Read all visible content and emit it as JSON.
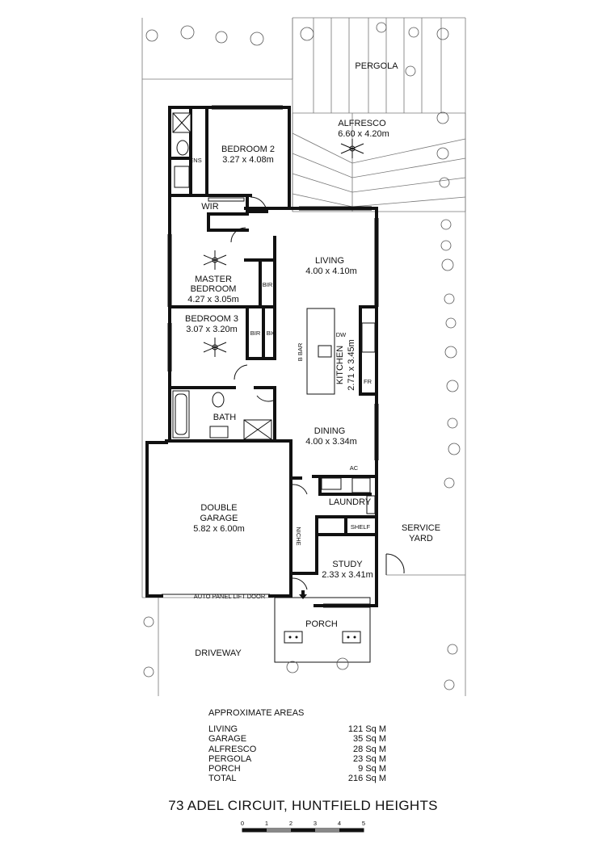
{
  "rooms": {
    "pergola": {
      "name": "PERGOLA"
    },
    "alfresco": {
      "name": "ALFRESCO",
      "size": "6.60 x 4.20m"
    },
    "bedroom2": {
      "name": "BEDROOM 2",
      "size": "3.27 x 4.08m"
    },
    "ens": {
      "name": "ENS"
    },
    "wir": {
      "name": "WIR"
    },
    "living": {
      "name": "LIVING",
      "size": "4.00 x 4.10m"
    },
    "master": {
      "name1": "MASTER",
      "name2": "BEDROOM",
      "size": "4.27 x 3.05m"
    },
    "bir1": {
      "name": "BIR"
    },
    "bedroom3": {
      "name": "BEDROOM 3",
      "size": "3.07 x 3.20m"
    },
    "bir2": {
      "name": "BIR"
    },
    "bic": {
      "name": "BIC"
    },
    "bbar": {
      "name": "B BAR"
    },
    "dw": {
      "name": "DW"
    },
    "kitchen": {
      "name": "KITCHEN",
      "size": "2.71 x 3.45m"
    },
    "fr": {
      "name": "FR"
    },
    "bath": {
      "name": "BATH"
    },
    "dining": {
      "name": "DINING",
      "size": "4.00 x 3.34m"
    },
    "ac": {
      "name": "AC"
    },
    "garage": {
      "name1": "DOUBLE",
      "name2": "GARAGE",
      "size": "5.82 x 6.00m"
    },
    "laundry": {
      "name": "LAUNDRY"
    },
    "shelf": {
      "name": "SHELF"
    },
    "niche": {
      "name": "NICHE"
    },
    "service": {
      "name1": "SERVICE",
      "name2": "YARD"
    },
    "study": {
      "name": "STUDY",
      "size": "2.33 x 3.41m"
    },
    "garage_door": {
      "name": "AUTO PANEL LIFT DOOR"
    },
    "porch": {
      "name": "PORCH"
    },
    "driveway": {
      "name": "DRIVEWAY"
    }
  },
  "areas": {
    "heading": "APPROXIMATE AREAS",
    "rows": [
      {
        "label": "LIVING",
        "value": "121 Sq M"
      },
      {
        "label": "GARAGE",
        "value": "35 Sq M"
      },
      {
        "label": "ALFRESCO",
        "value": "28 Sq M"
      },
      {
        "label": "PERGOLA",
        "value": "23 Sq M"
      },
      {
        "label": "PORCH",
        "value": "9 Sq M"
      },
      {
        "label": "TOTAL",
        "value": "216 Sq M"
      }
    ]
  },
  "address": "73 ADEL CIRCUIT, HUNTFIELD HEIGHTS",
  "scale": {
    "ticks": [
      "0",
      "1",
      "2",
      "3",
      "4",
      "5"
    ]
  },
  "icons": {
    "fan": "ceiling-fan-icon",
    "tree": "tree-icon",
    "arrow": "entry-arrow-icon"
  }
}
